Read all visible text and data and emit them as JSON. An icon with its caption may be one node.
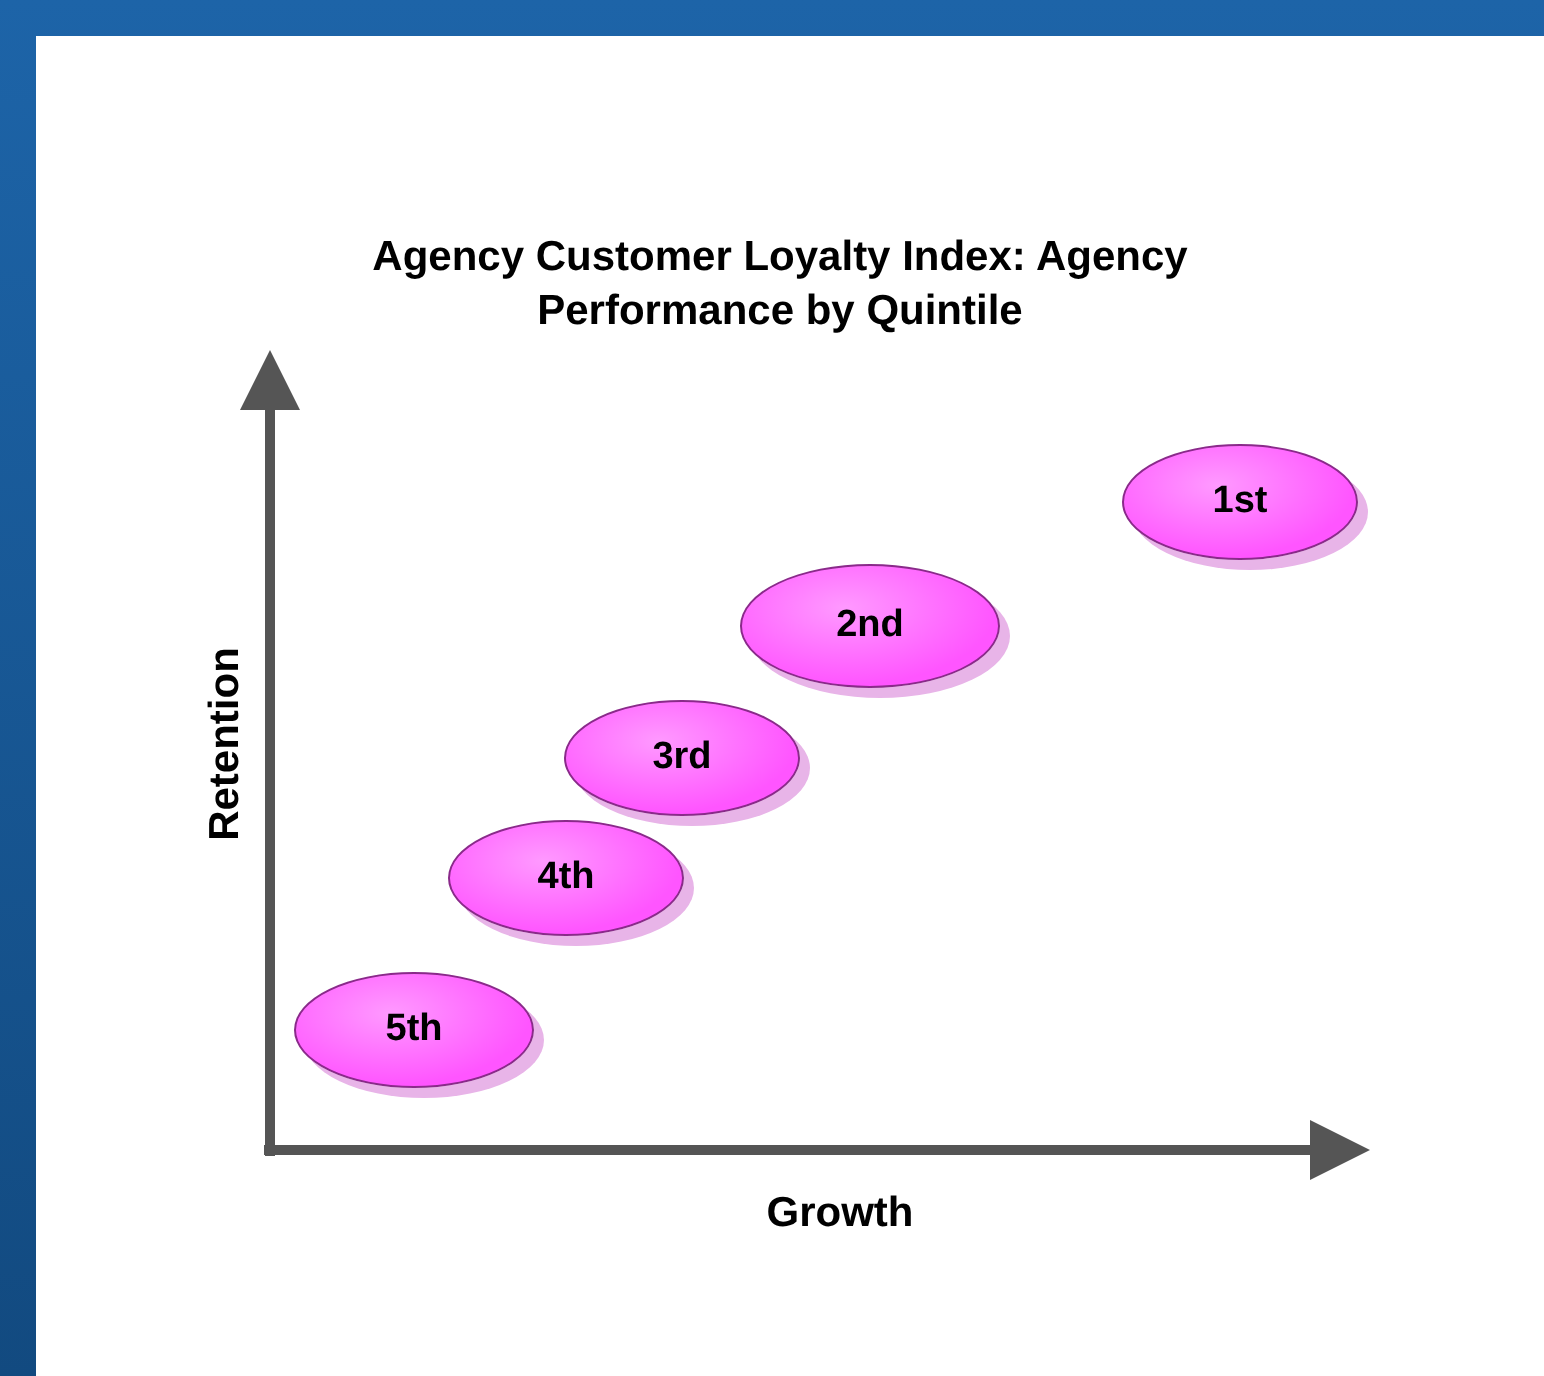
{
  "diagram": {
    "title": "Agency Customer Loyalty Index: Agency Performance by Quintile",
    "nodes": [
      {
        "text": [
          "1st"
        ]
      },
      {
        "text": [
          "2nd"
        ]
      },
      {
        "text": [
          "3rd"
        ]
      },
      {
        "text": [
          "4th"
        ]
      },
      {
        "text": [
          "5th"
        ]
      }
    ],
    "labels": [
      "Retention",
      "Growth"
    ]
  }
}
